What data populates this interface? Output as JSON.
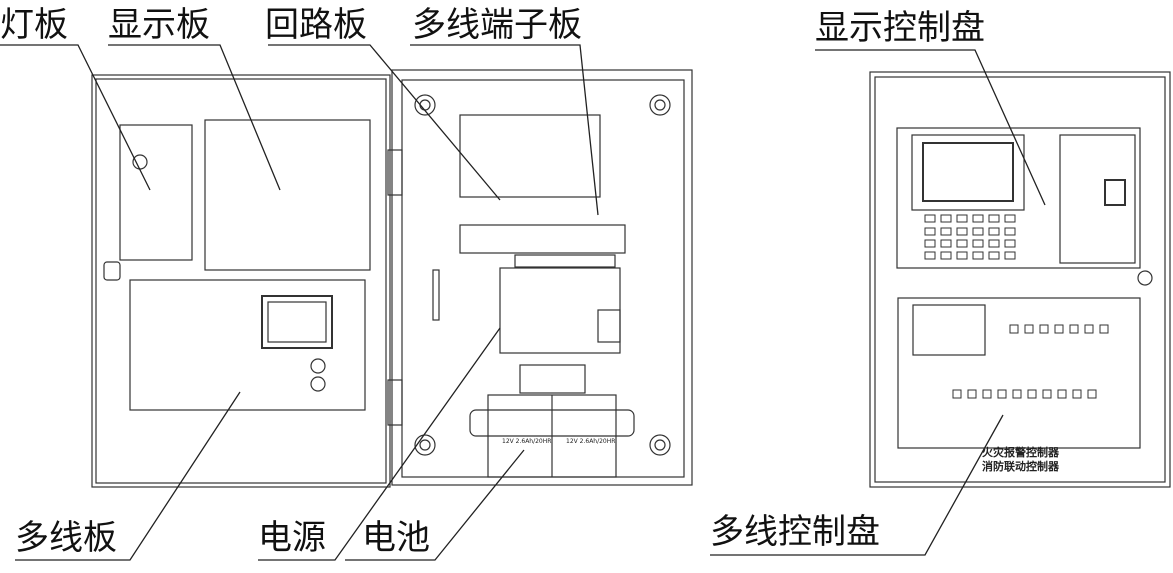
{
  "labels": {
    "light_board": "灯板",
    "display_board": "显示板",
    "loop_board": "回路板",
    "multiline_terminal_board": "多线端子板",
    "display_control_panel": "显示控制盘",
    "multiline_board": "多线板",
    "power_supply": "电源",
    "battery": "电池",
    "multiline_control_panel": "多线控制盘"
  },
  "panel_text": {
    "line1": "火灾报警控制器",
    "line2": "消防联动控制器"
  },
  "battery_text": "12V 2.6Ah/20HR"
}
